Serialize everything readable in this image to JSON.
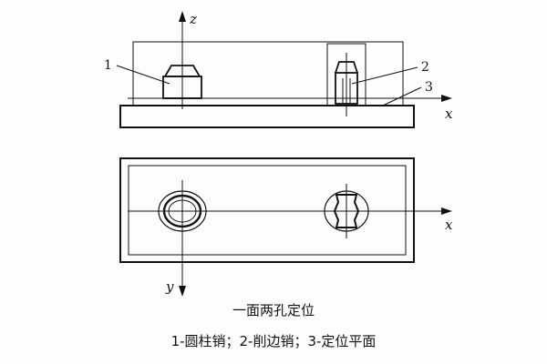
{
  "diagram": {
    "caption": "一面两孔定位",
    "legend": "1-圆柱销；2-削边销；3-定位平面",
    "axes": {
      "z": "z",
      "x_top": "x",
      "x_bottom": "x",
      "y": "y"
    },
    "callouts": [
      "1",
      "2",
      "3"
    ]
  }
}
